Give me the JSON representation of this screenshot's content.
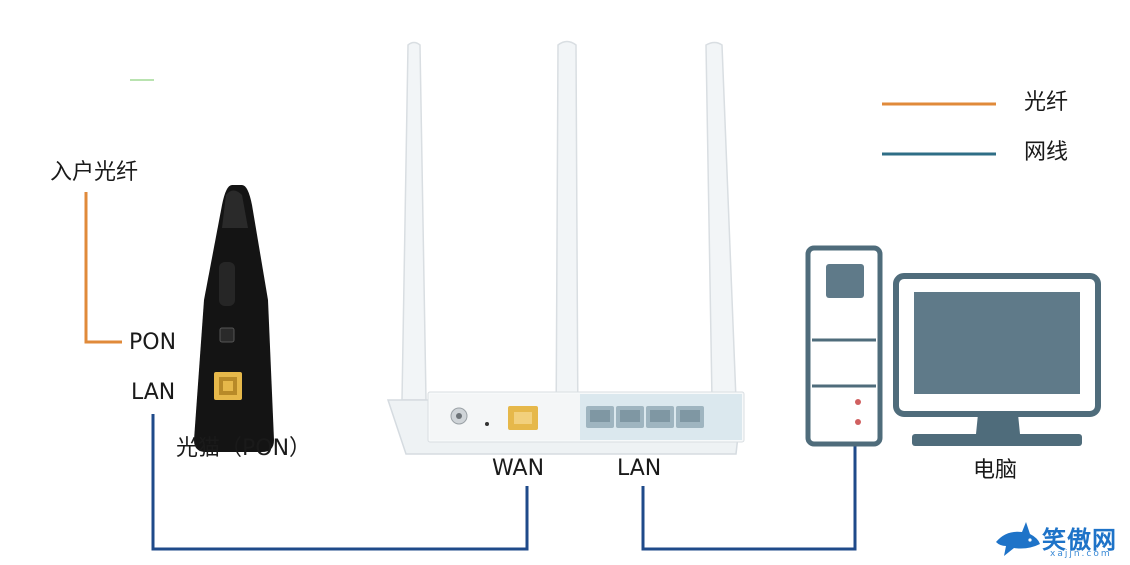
{
  "legend": {
    "fiber": {
      "label": "光纤",
      "color": "#e08a3a"
    },
    "cable": {
      "label": "网线",
      "color": "#2f6e86"
    }
  },
  "labels": {
    "incoming_fiber": "入户光纤",
    "modem_pon_port": "PON",
    "modem_lan_port": "LAN",
    "modem_name": "光猫（PON）",
    "router_wan_port": "WAN",
    "router_lan_port": "LAN",
    "computer": "电脑"
  },
  "watermark": {
    "text": "笑傲网",
    "sub": "xajjn.com"
  },
  "colors": {
    "cable_line": "#1f4a8a",
    "device_white": "#f2f5f7",
    "modem_black": "#141414",
    "router_port_yellow": "#e6b84a"
  }
}
